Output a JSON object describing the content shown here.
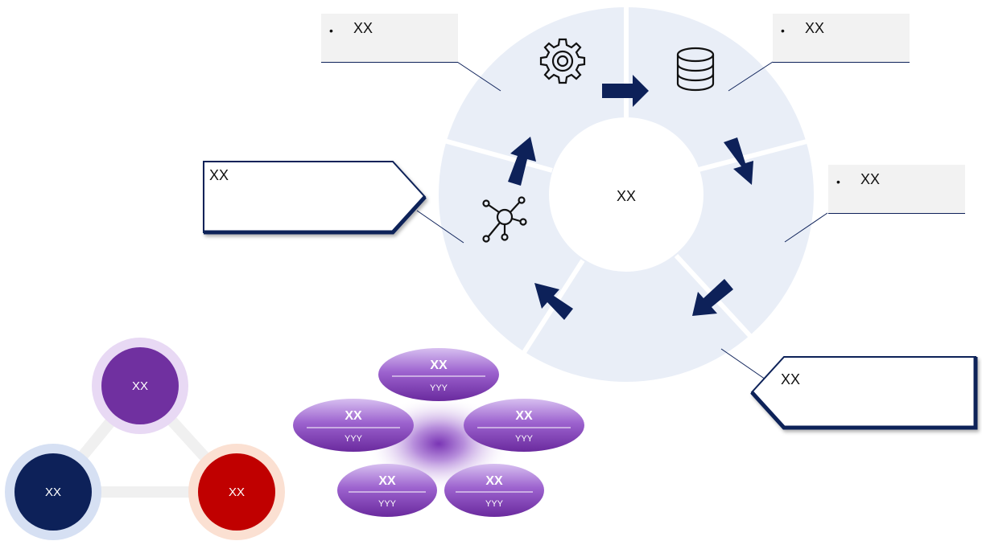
{
  "cycle": {
    "center_label": "XX",
    "callouts": [
      {
        "bullet": "•",
        "text": "XX"
      },
      {
        "bullet": "•",
        "text": "XX"
      },
      {
        "bullet": "•",
        "text": "XX"
      }
    ],
    "arrow_boxes": [
      {
        "text": "XX"
      },
      {
        "text": "XX"
      }
    ],
    "icons": [
      "gear-icon",
      "database-icon",
      "network-icon"
    ]
  },
  "triangle": {
    "nodes": [
      {
        "label": "XX",
        "color": "#7030a0"
      },
      {
        "label": "XX",
        "color": "#0d2159"
      },
      {
        "label": "XX",
        "color": "#c00000"
      }
    ]
  },
  "petals": [
    {
      "title": "XX",
      "subtitle": "YYY"
    },
    {
      "title": "XX",
      "subtitle": "YYY"
    },
    {
      "title": "XX",
      "subtitle": "YYY"
    },
    {
      "title": "XX",
      "subtitle": "YYY"
    },
    {
      "title": "XX",
      "subtitle": "YYY"
    }
  ],
  "colors": {
    "navy": "#0d2159",
    "ring": "#e9eef7",
    "purple": "#7030a0",
    "red": "#c00000"
  }
}
